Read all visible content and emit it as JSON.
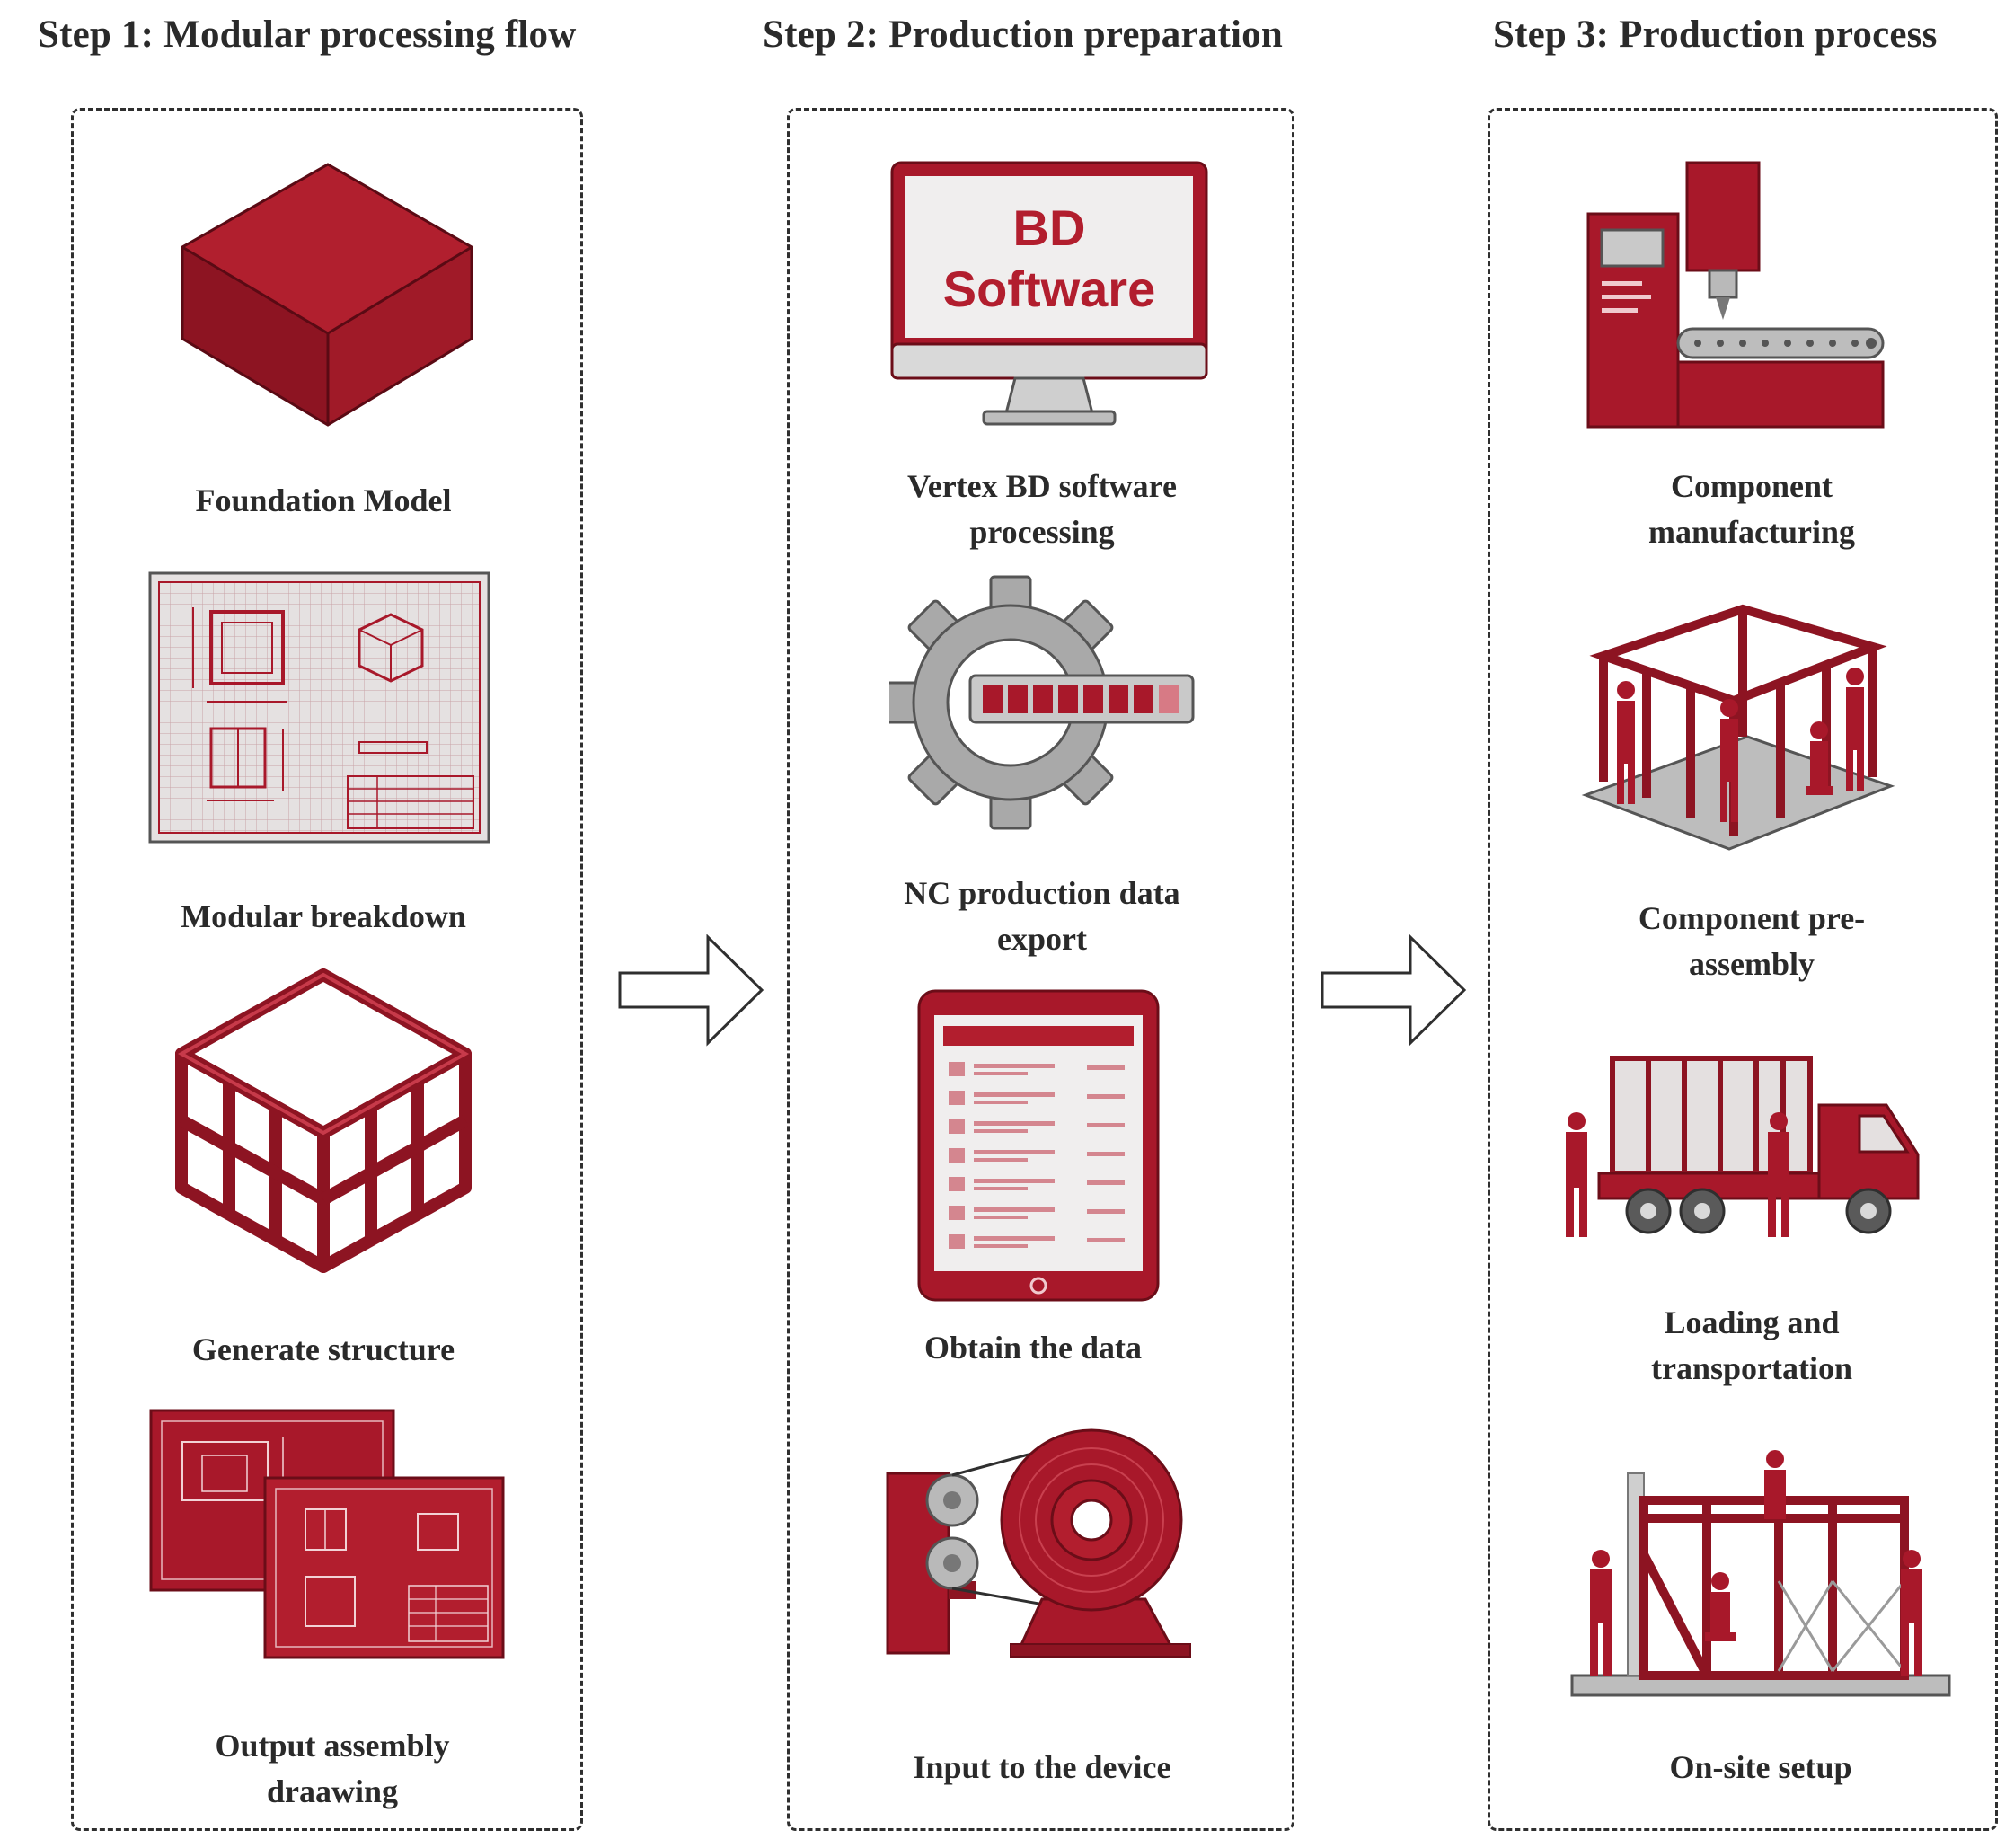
{
  "colors": {
    "accent": "#a8182a",
    "accent_dark": "#7a1020",
    "gray": "#b9b9b9",
    "outline": "#2f2f2f"
  },
  "steps": [
    {
      "title": "Step 1: Modular processing flow",
      "items": [
        {
          "label": "Foundation Model",
          "icon": "solid-box-icon"
        },
        {
          "label": "Modular breakdown",
          "icon": "blueprint-sheet-icon"
        },
        {
          "label": "Generate structure",
          "icon": "frame-structure-icon"
        },
        {
          "label": "Output assembly\ndraawing",
          "icon": "assembly-drawings-icon"
        }
      ]
    },
    {
      "title": "Step 2: Production preparation",
      "items": [
        {
          "label": "Vertex BD software\nprocessing",
          "icon": "monitor-icon"
        },
        {
          "label": "NC production data\nexport",
          "icon": "gear-progress-icon"
        },
        {
          "label": "Obtain the data",
          "icon": "tablet-icon"
        },
        {
          "label": "Input to the device",
          "icon": "steel-coil-machine-icon"
        }
      ]
    },
    {
      "title": "Step 3: Production process",
      "items": [
        {
          "label": "Component\nmanufacturing",
          "icon": "cnc-machine-icon"
        },
        {
          "label": "Component pre-\nassembly",
          "icon": "workers-frame-icon"
        },
        {
          "label": "Loading and\ntransportation",
          "icon": "truck-icon"
        },
        {
          "label": "On-site setup",
          "icon": "onsite-frame-icon"
        }
      ]
    }
  ],
  "monitor_screen": {
    "line1": "BD",
    "line2": "Software"
  }
}
